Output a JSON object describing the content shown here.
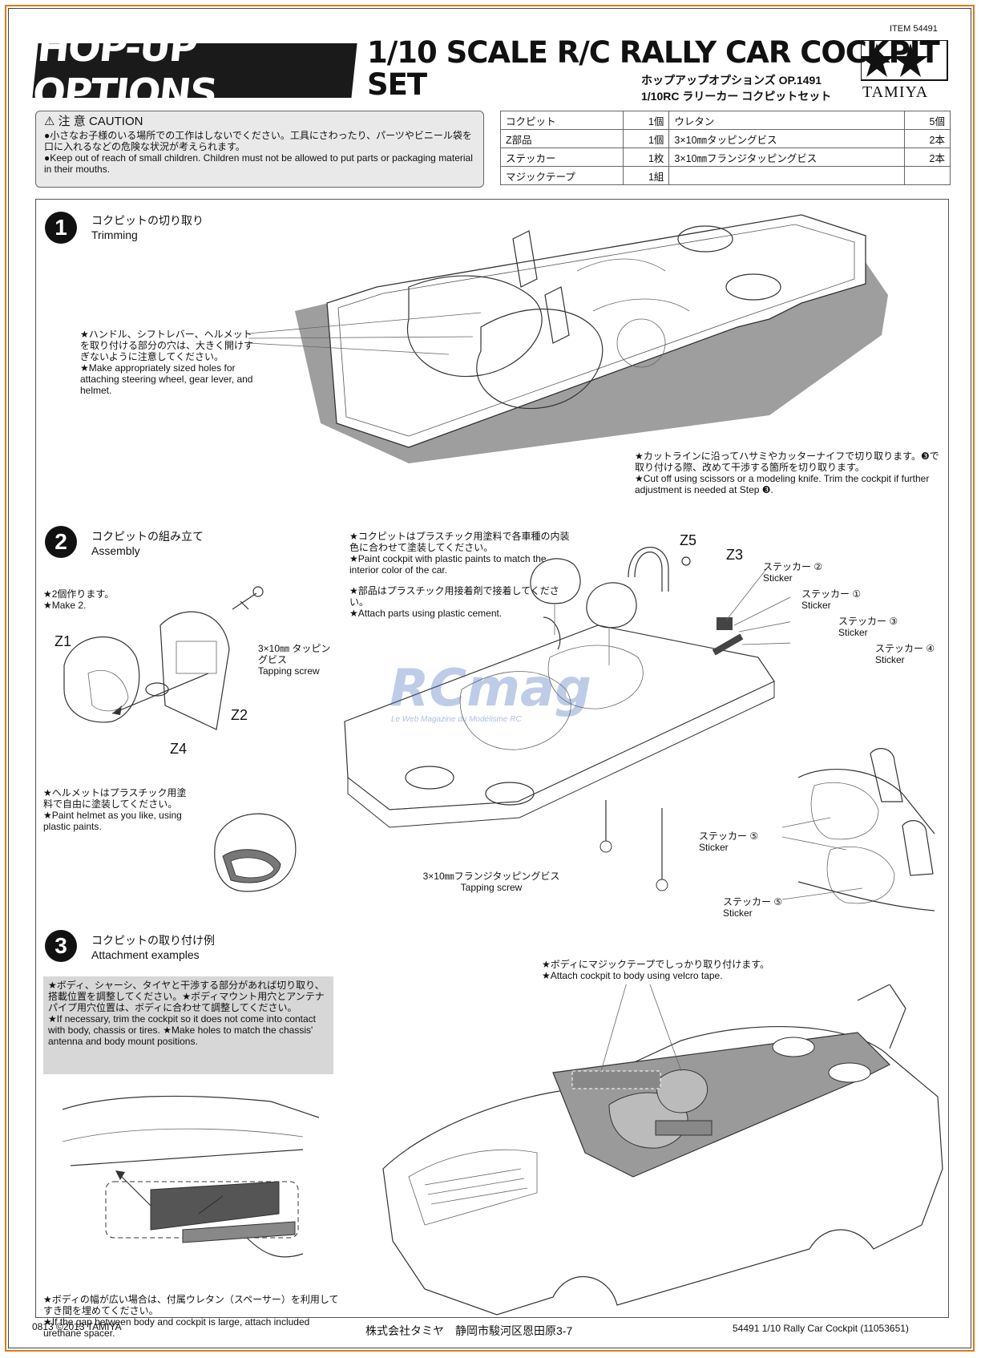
{
  "header": {
    "logo_text": "HOP-UP OPTIONS",
    "title_line1": "1/10 SCALE R/C RALLY CAR COCKPIT",
    "title_line2": "SET",
    "item_no": "ITEM 54491",
    "jp_title": "ホップアップオプションズ OP.1491",
    "jp_subtitle": "1/10RC ラリーカー コクピットセット",
    "brand": "TAMIYA"
  },
  "caution": {
    "heading": "注 意 CAUTION",
    "jp_text": "●小さなお子様のいる場所での工作はしないでください。工具にさわったり、パーツやビニール袋を口に入れるなどの危険な状況が考えられます。",
    "en_text": "●Keep out of reach of small children. Children must not be allowed to put parts or packaging material in their mouths."
  },
  "parts_list": [
    {
      "name": "コクピット",
      "qty": "1個",
      "name2": "ウレタン",
      "qty2": "5個"
    },
    {
      "name": "Z部品",
      "qty": "1個",
      "name2": "3×10㎜タッピングビス",
      "qty2": "2本"
    },
    {
      "name": "ステッカー",
      "qty": "1枚",
      "name2": "3×10㎜フランジタッピングビス",
      "qty2": "2本"
    },
    {
      "name": "マジックテープ",
      "qty": "1組",
      "name2": "",
      "qty2": ""
    }
  ],
  "step1": {
    "number": "1",
    "title_jp": "コクピットの切り取り",
    "title_en": "Trimming",
    "note_holes_jp": "★ハンドル、シフトレバー、ヘルメットを取り付ける部分の穴は、大きく開けすぎないように注意してください。",
    "note_holes_en": "★Make appropriately sized holes for attaching steering wheel, gear lever, and helmet.",
    "note_cut_jp": "★カットラインに沿ってハサミやカッターナイフで切り取ります。❸で取り付ける際、改めて干渉する箇所を切り取ります。",
    "note_cut_en": "★Cut off using scissors or a modeling knife. Trim the cockpit if further adjustment is needed at Step ❸."
  },
  "step2": {
    "number": "2",
    "title_jp": "コクピットの組み立て",
    "title_en": "Assembly",
    "make2_jp": "★2個作ります。",
    "make2_en": "★Make 2.",
    "screw_label_jp": "3×10㎜ タッピングビス",
    "screw_label_en": "Tapping screw",
    "part_z1": "Z1",
    "part_z2": "Z2",
    "part_z3": "Z3",
    "part_z4": "Z4",
    "part_z5": "Z5",
    "paint_jp": "★コクピットはプラスチック用塗料で各車種の内装色に合わせて塗装してください。",
    "paint_en": "★Paint cockpit with plastic paints to match the interior color of the car.",
    "cement_jp": "★部品はプラスチック用接着剤で接着してください。",
    "cement_en": "★Attach parts using plastic cement.",
    "helmet_jp": "★ヘルメットはプラスチック用塗料で自由に塗装してください。",
    "helmet_en": "★Paint helmet as you like, using plastic paints.",
    "stickers": [
      {
        "jp": "ステッカー ②",
        "en": "Sticker"
      },
      {
        "jp": "ステッカー ①",
        "en": "Sticker"
      },
      {
        "jp": "ステッカー ③",
        "en": "Sticker"
      },
      {
        "jp": "ステッカー ④",
        "en": "Sticker"
      },
      {
        "jp": "ステッカー ⑤",
        "en": "Sticker"
      },
      {
        "jp": "ステッカー ⑤",
        "en": "Sticker"
      }
    ],
    "flange_screw_jp": "3×10㎜フランジタッピングビス",
    "flange_screw_en": "Tapping screw"
  },
  "step3": {
    "number": "3",
    "title_jp": "コクピットの取り付け例",
    "title_en": "Attachment examples",
    "trim_jp": "★ボディ、シャーシ、タイヤと干渉する部分があれば切り取り、搭載位置を調整してください。★ボディマウント用穴とアンテナパイプ用穴位置は、ボディに合わせて調整してください。",
    "trim_en": "★If necessary, trim the cockpit so it does not come into contact with body, chassis or tires. ★Make holes to match the chassis' antenna and body mount positions.",
    "velcro_jp": "★ボディにマジックテープでしっかり取り付けます。",
    "velcro_en": "★Attach cockpit to body using velcro tape.",
    "spacer_jp": "★ボディの幅が広い場合は、付属ウレタン（スペーサー）を利用してすき間を埋めてください。",
    "spacer_en": "★If the gap between body and cockpit is large, attach included urethane spacer."
  },
  "watermark": {
    "text": "RCmag",
    "sub": "Le Web Magazine du Modélisme RC"
  },
  "footer": {
    "left": "0813 ©2013 TAMIYA",
    "center": "株式会社タミヤ　静岡市駿河区恩田原3-7",
    "right": "54491 1/10 Rally Car Cockpit (11053651)"
  }
}
